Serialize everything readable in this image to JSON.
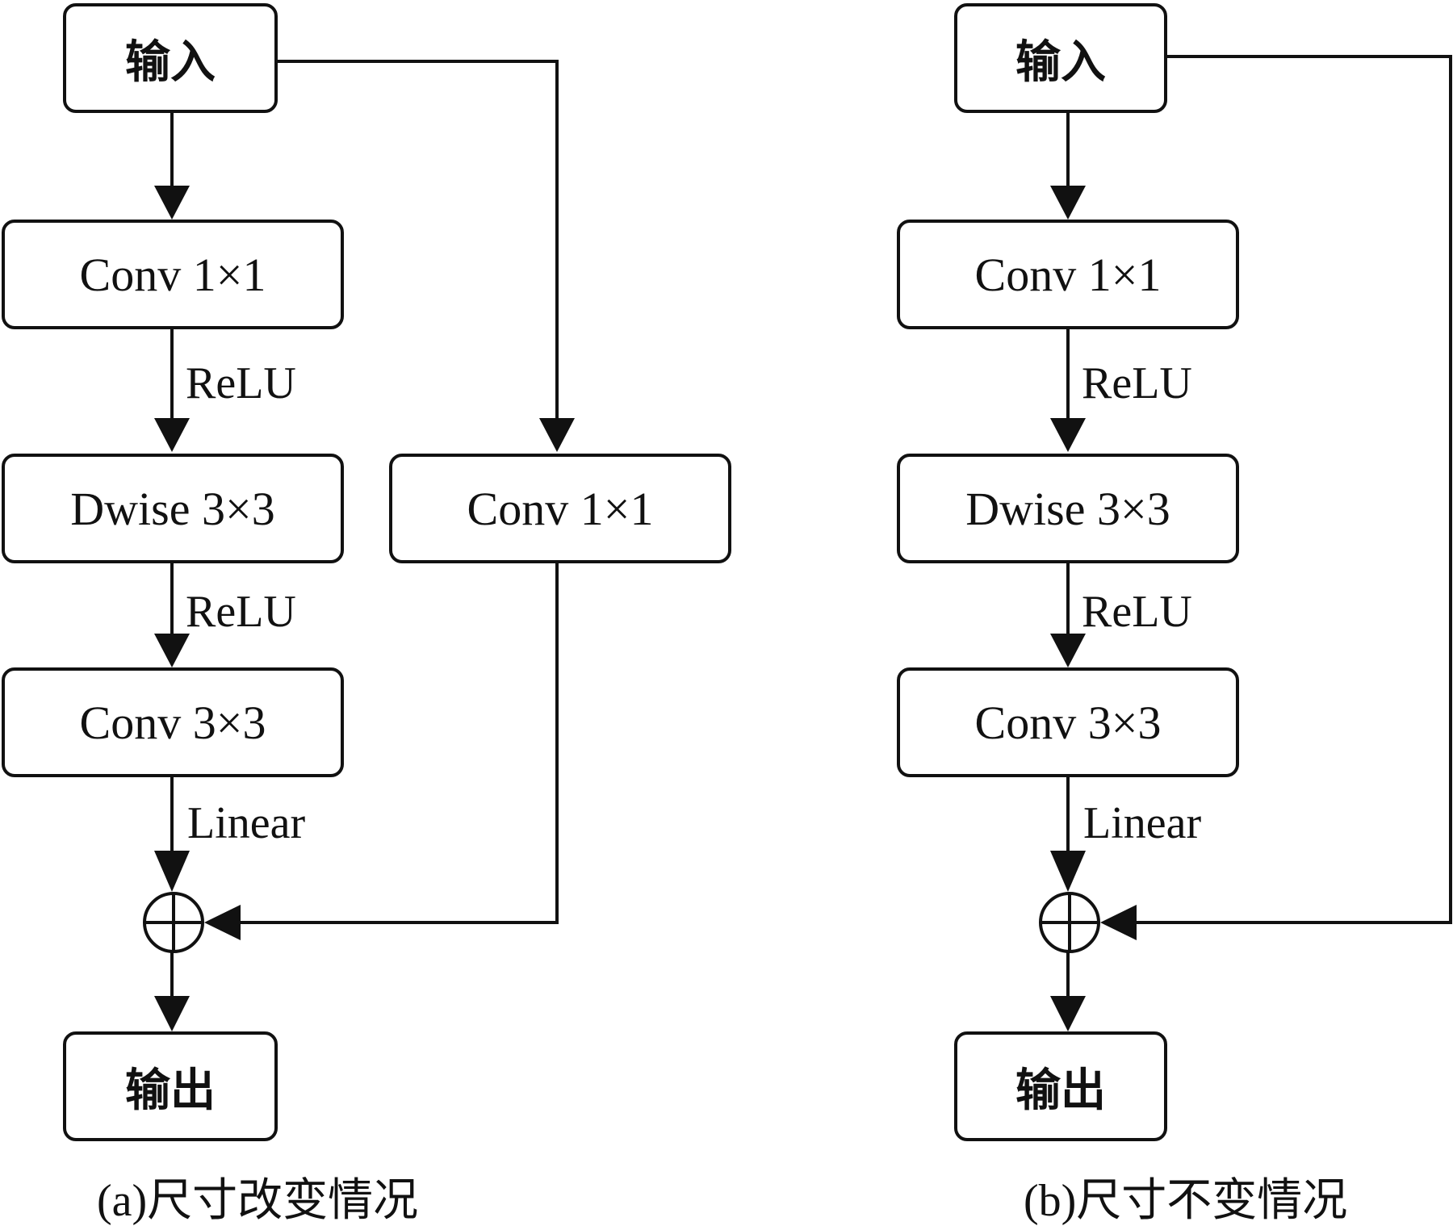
{
  "left": {
    "input": "输入",
    "conv1": "Conv 1×1",
    "relu1": "ReLU",
    "dwise": "Dwise 3×3",
    "relu2": "ReLU",
    "conv3": "Conv 3×3",
    "linear": "Linear",
    "shortcut_conv": "Conv 1×1",
    "add": "+",
    "output": "输出",
    "caption": "(a)尺寸改变情况"
  },
  "right": {
    "input": "输入",
    "conv1": "Conv 1×1",
    "relu1": "ReLU",
    "dwise": "Dwise 3×3",
    "relu2": "ReLU",
    "conv3": "Conv 3×3",
    "linear": "Linear",
    "add": "+",
    "output": "输出",
    "caption": "(b)尺寸不变情况"
  }
}
